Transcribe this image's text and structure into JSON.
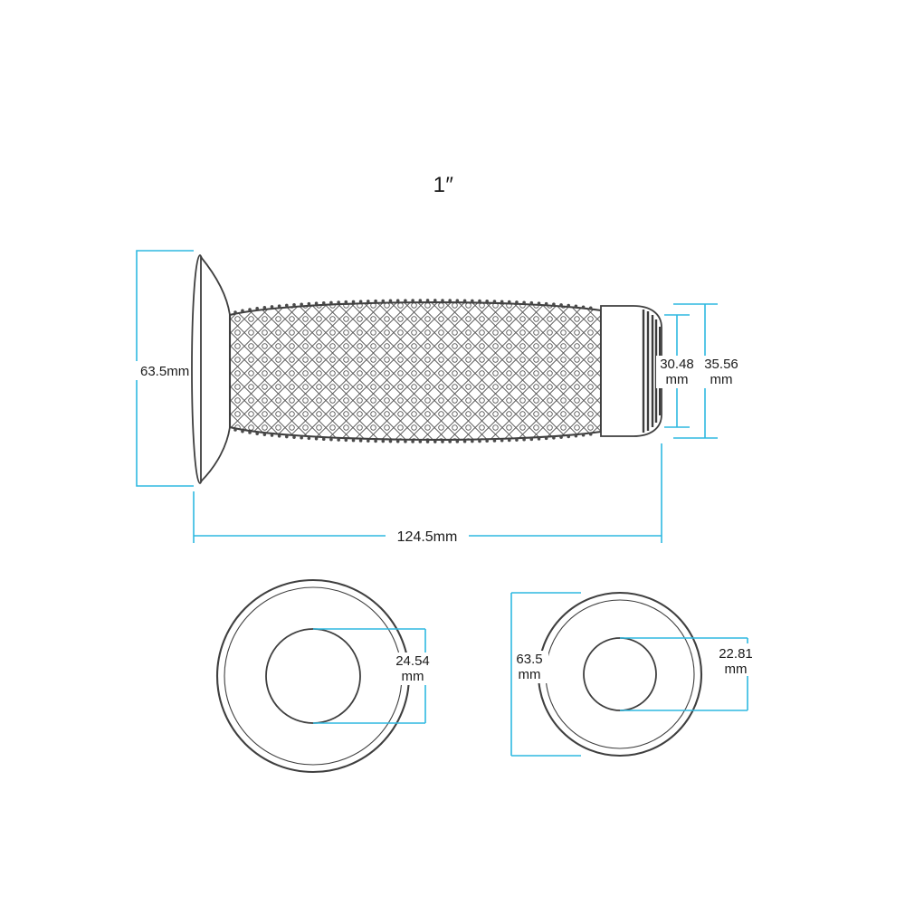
{
  "page": {
    "background": "#ffffff"
  },
  "diagram": {
    "title": "1″",
    "colors": {
      "outline": "#3f3f3f",
      "dimension": "#2fb9e1",
      "label": "#1a1a1a"
    },
    "side_view": {
      "flange_diameter": "63.5mm",
      "overall_length": "124.5mm",
      "cap_grip_diameter": {
        "value": "30.48",
        "unit": "mm"
      },
      "cap_outer_diameter": {
        "value": "35.56",
        "unit": "mm"
      }
    },
    "flange_end_view": {
      "bore_diameter": {
        "value": "24.54",
        "unit": "mm"
      }
    },
    "throttle_end_view": {
      "outer_diameter": {
        "value": "63.5",
        "unit": "mm"
      },
      "bore_diameter": {
        "value": "22.81",
        "unit": "mm"
      }
    }
  }
}
